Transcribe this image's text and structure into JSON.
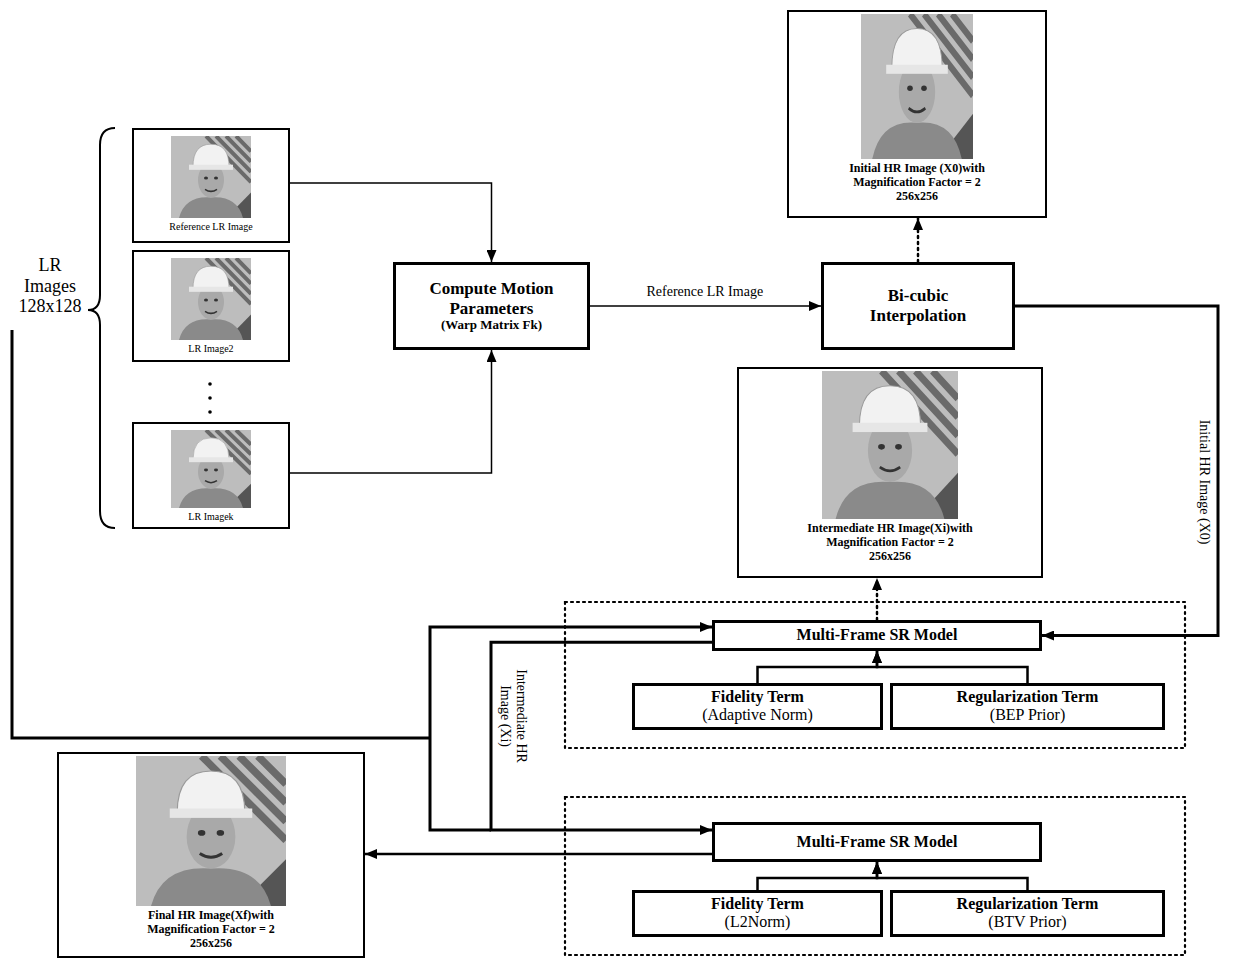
{
  "diagram": {
    "nodes": [
      {
        "text": [
          "Reference LR Image"
        ]
      },
      {
        "text": [
          "LR Image2"
        ]
      },
      {
        "text": [
          "LR Imagek"
        ]
      },
      {
        "text": [
          "Compute Motion Parameters",
          "(Warp Matrix Fk)"
        ]
      },
      {
        "text": [
          "Bi-cubic Interpolation"
        ]
      },
      {
        "text": [
          "Initial HR Image (X0)with Magnification Factor = 2",
          "256x256"
        ]
      },
      {
        "text": [
          "Intermediate HR Image(Xi)with Magnification Factor = 2",
          "256x256"
        ]
      },
      {
        "text": [
          "Multi-Frame SR Model"
        ]
      },
      {
        "text": [
          "Fidelity Term",
          "(Adaptive Norm)"
        ]
      },
      {
        "text": [
          "Regularization Term",
          "(BEP Prior)"
        ]
      },
      {
        "text": [
          "Multi-Frame SR Model"
        ]
      },
      {
        "text": [
          "Fidelity Term",
          "(L2Norm)"
        ]
      },
      {
        "text": [
          "Regularization Term",
          "(BTV Prior)"
        ]
      },
      {
        "text": [
          "Final HR Image(Xf)with Magnification Factor = 2",
          "256x256"
        ]
      }
    ],
    "edges": [
      {
        "from": 0,
        "to": 3,
        "arrow": "to"
      },
      {
        "from": 2,
        "to": 3,
        "arrow": "to"
      },
      {
        "from": 3,
        "to": 4,
        "label": "Reference LR Image",
        "arrow": "to"
      },
      {
        "from": 4,
        "to": 5,
        "arrow": "to"
      },
      {
        "from": 4,
        "to": 7,
        "label": "Initial HR Image (X0)",
        "arrow": "to"
      },
      {
        "from": 7,
        "to": 6,
        "arrow": "to"
      },
      {
        "from": 8,
        "to": 7,
        "arrow": "to"
      },
      {
        "from": 9,
        "to": 7,
        "arrow": "to"
      },
      {
        "from": 7,
        "to": 10,
        "label": "Intermediate HR Image (Xi)",
        "arrow": "to"
      },
      {
        "from": 11,
        "to": 10,
        "arrow": "to"
      },
      {
        "from": 12,
        "to": 10,
        "arrow": "to"
      },
      {
        "from": 10,
        "to": 13,
        "arrow": "to"
      }
    ],
    "labels": [
      "LR Images 128x128"
    ]
  }
}
